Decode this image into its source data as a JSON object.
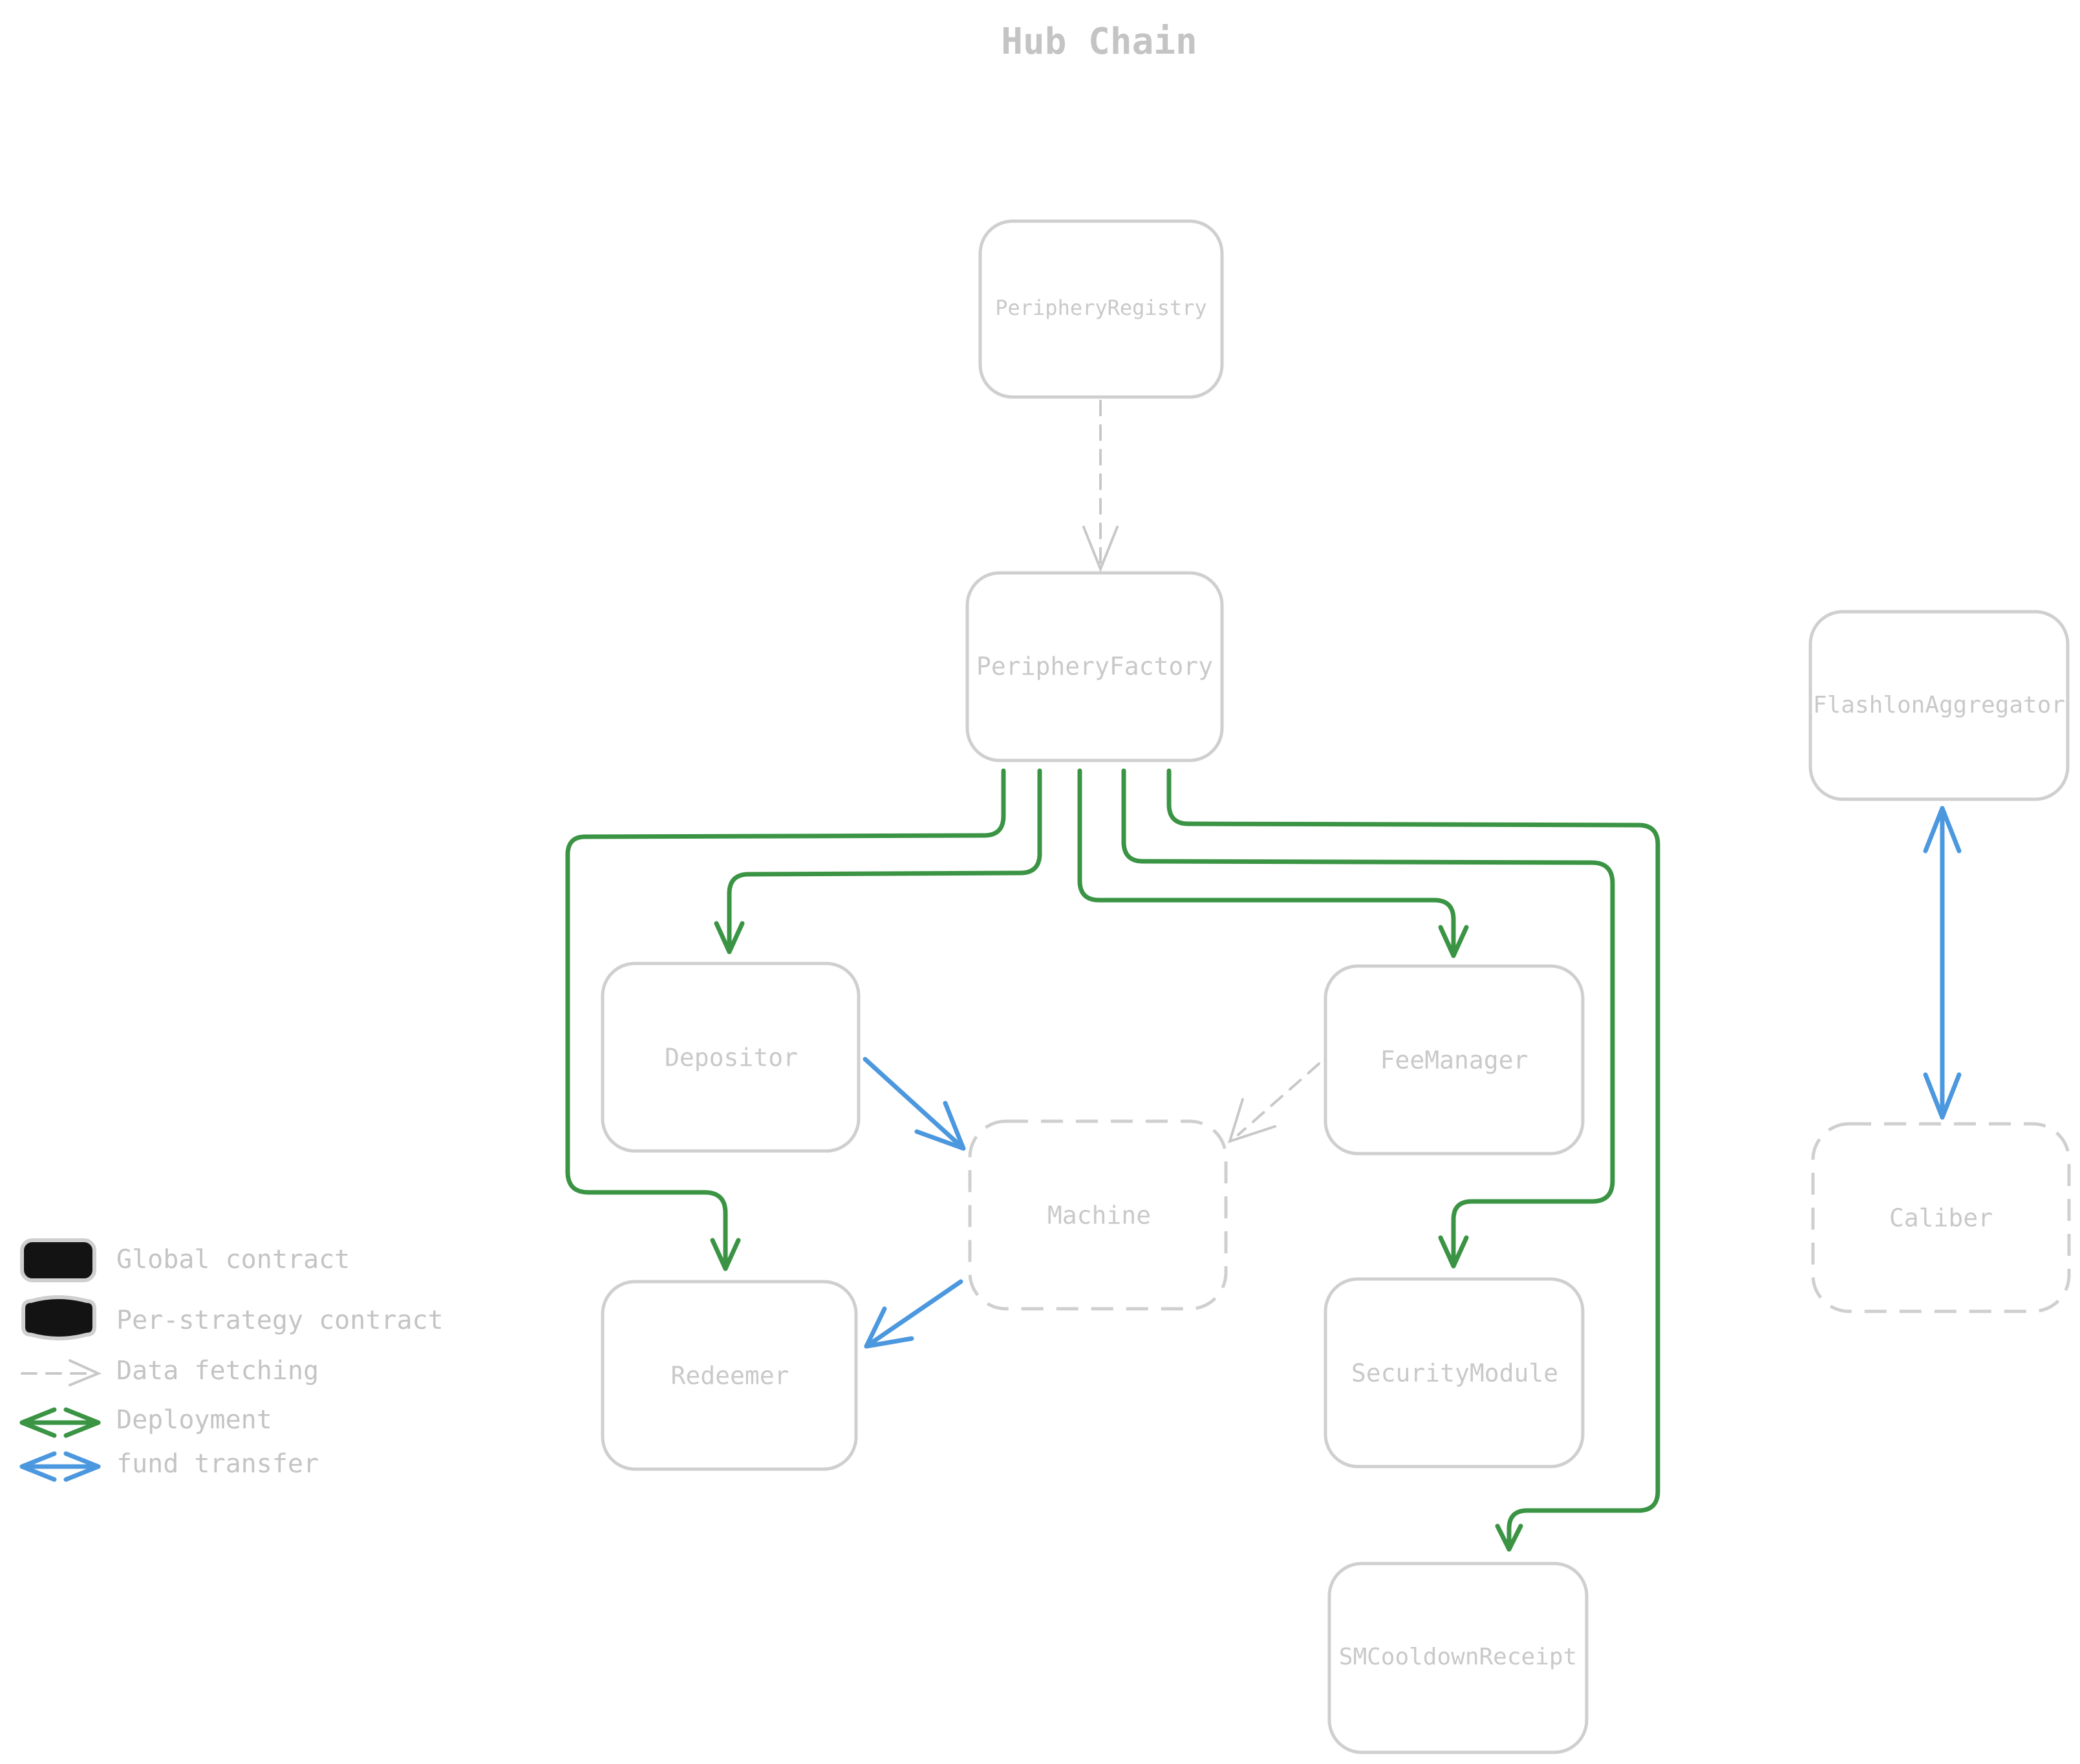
{
  "title": "Hub Chain",
  "nodes": {
    "periphery_registry": "PeripheryRegistry",
    "periphery_factory": "PeripheryFactory",
    "flashloan_aggregator": "FlashlonAggregator",
    "depositor": "Depositor",
    "fee_manager": "FeeManager",
    "machine": "Machine",
    "caliber": "Caliber",
    "redeemer": "Redeemer",
    "security_module": "SecurityModule",
    "sm_cooldown_receipt": "SMCooldownReceipt"
  },
  "legend": [
    {
      "label": "Global contract",
      "kind": "global"
    },
    {
      "label": "Per-strategy contract",
      "kind": "per-strategy"
    },
    {
      "label": "Data fetching",
      "kind": "fetch"
    },
    {
      "label": "Deployment",
      "kind": "deploy"
    },
    {
      "label": "fund transfer",
      "kind": "fund"
    }
  ],
  "colors": {
    "deployment": "#3a9444",
    "fund_transfer": "#4c98df",
    "data_fetching": "#c8c8c8",
    "box_stroke": "#cfcfcf",
    "text": "#c4c4c4"
  }
}
